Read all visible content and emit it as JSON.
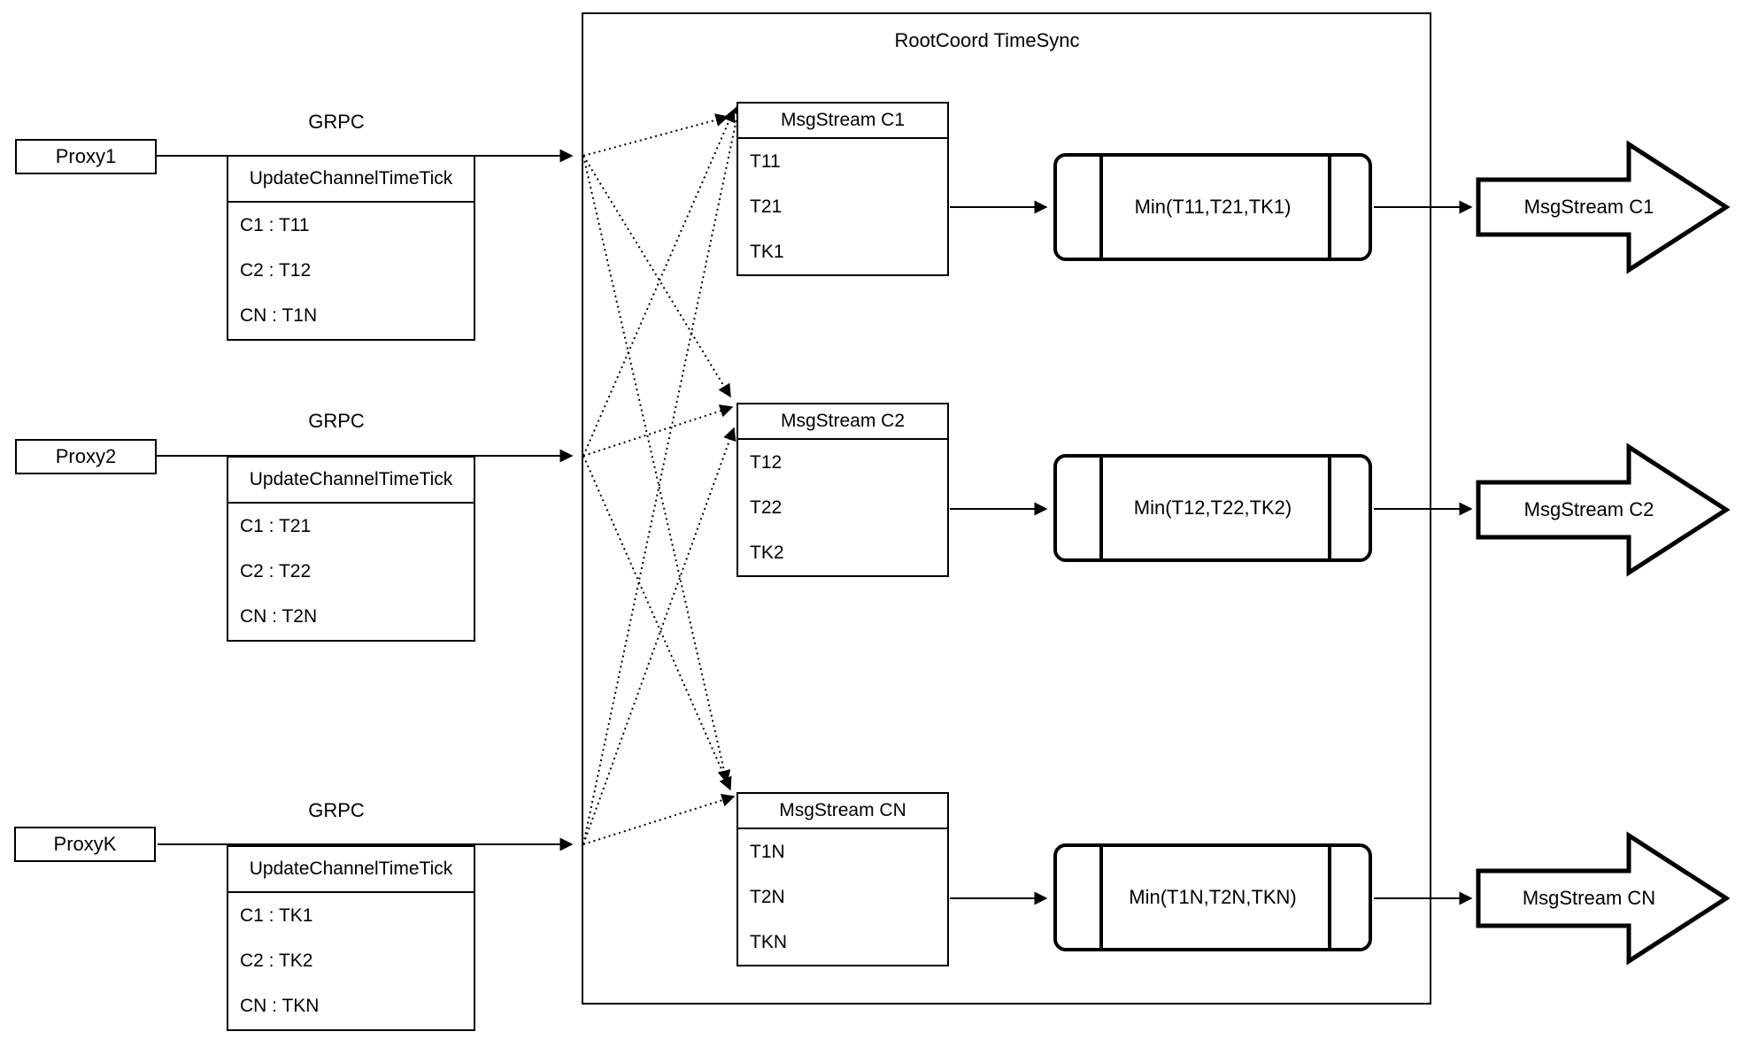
{
  "title": "RootCoord TimeSync",
  "proxies": [
    {
      "name": "Proxy1",
      "grpc": "GRPC",
      "table_header": "UpdateChannelTimeTick",
      "rows": [
        "C1 : T11",
        "C2 : T12",
        "CN : T1N"
      ]
    },
    {
      "name": "Proxy2",
      "grpc": "GRPC",
      "table_header": "UpdateChannelTimeTick",
      "rows": [
        "C1 : T21",
        "C2 : T22",
        "CN : T2N"
      ]
    },
    {
      "name": "ProxyK",
      "grpc": "GRPC",
      "table_header": "UpdateChannelTimeTick",
      "rows": [
        "C1 : TK1",
        "C2 : TK2",
        "CN : TKN"
      ]
    }
  ],
  "streams": [
    {
      "table_header": "MsgStream C1",
      "rows": [
        "T11",
        "T21",
        "TK1"
      ],
      "min_label": "Min(T11,T21,TK1)",
      "output_label": "MsgStream C1"
    },
    {
      "table_header": "MsgStream C2",
      "rows": [
        "T12",
        "T22",
        "TK2"
      ],
      "min_label": "Min(T12,T22,TK2)",
      "output_label": "MsgStream C2"
    },
    {
      "table_header": "MsgStream CN",
      "rows": [
        "T1N",
        "T2N",
        "TKN"
      ],
      "min_label": "Min(T1N,T2N,TKN)",
      "output_label": "MsgStream CN"
    }
  ],
  "colors": {
    "stroke": "#000000",
    "background": "#ffffff"
  }
}
